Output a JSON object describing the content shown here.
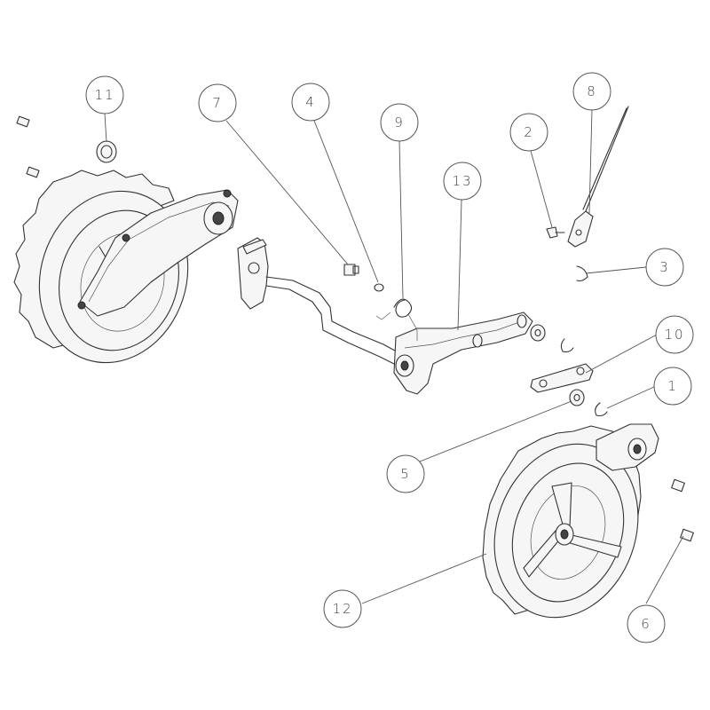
{
  "callouts": [
    {
      "id": "1",
      "label": "1"
    },
    {
      "id": "2",
      "label": "2"
    },
    {
      "id": "3",
      "label": "3"
    },
    {
      "id": "4",
      "label": "4"
    },
    {
      "id": "5",
      "label": "5"
    },
    {
      "id": "6",
      "label": "6"
    },
    {
      "id": "7",
      "label": "7"
    },
    {
      "id": "8",
      "label": "8"
    },
    {
      "id": "9",
      "label": "9"
    },
    {
      "id": "10",
      "label": "10"
    },
    {
      "id": "11",
      "label": "11"
    },
    {
      "id": "12",
      "label": "12"
    },
    {
      "id": "13",
      "label": "13"
    }
  ],
  "colors": {
    "line": "#333333",
    "callout_stroke": "#555555",
    "background": "#ffffff"
  }
}
